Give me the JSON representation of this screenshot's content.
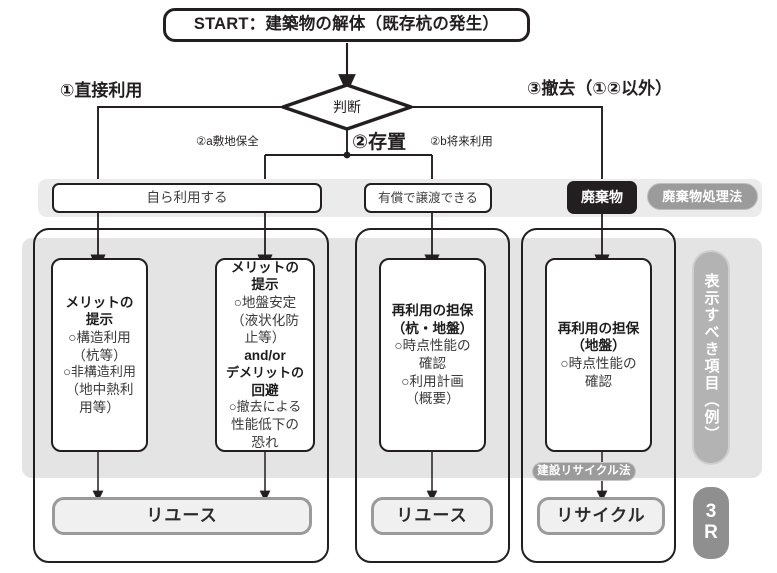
{
  "diagram": {
    "title_box": "START：建築物の解体（既存杭の発生）",
    "decision": "判断",
    "branches": {
      "left": "①直接利用",
      "center": "②存置",
      "right": "③撤去（①②以外）",
      "sub_left": "②a敷地保全",
      "sub_right": "②b将来利用"
    },
    "results": [
      {
        "label": "自ら利用する",
        "style": "outline"
      },
      {
        "label": "有償で譲渡できる",
        "style": "outline"
      },
      {
        "label": "廃棄物",
        "style": "filled"
      }
    ],
    "waste_law_pill": "廃棄物処理法",
    "details": [
      {
        "name": "merit-structural",
        "lines": [
          {
            "t": "メリットの",
            "bold": true
          },
          {
            "t": "提示",
            "bold": true
          },
          {
            "t": "○構造利用",
            "bold": false
          },
          {
            "t": "（杭等）",
            "bold": false
          },
          {
            "t": "○非構造利用",
            "bold": false
          },
          {
            "t": "（地中熱利",
            "bold": false
          },
          {
            "t": "用等）",
            "bold": false
          }
        ]
      },
      {
        "name": "merit-ground",
        "lines": [
          {
            "t": "メリットの",
            "bold": true
          },
          {
            "t": "提示",
            "bold": true
          },
          {
            "t": "○地盤安定",
            "bold": false
          },
          {
            "t": "（液状化防",
            "bold": false
          },
          {
            "t": "止等）",
            "bold": false
          },
          {
            "t": "and/or",
            "bold": true
          },
          {
            "t": "デメリットの",
            "bold": true
          },
          {
            "t": "回避",
            "bold": true
          },
          {
            "t": "○撤去による",
            "bold": false
          },
          {
            "t": "性能低下の",
            "bold": false
          },
          {
            "t": "恐れ",
            "bold": false
          }
        ]
      },
      {
        "name": "reuse-guarantee-pile-ground",
        "lines": [
          {
            "t": "再利用の担保",
            "bold": true
          },
          {
            "t": "（杭・地盤）",
            "bold": true
          },
          {
            "t": "○時点性能の",
            "bold": false
          },
          {
            "t": "確認",
            "bold": false
          },
          {
            "t": "○利用計画",
            "bold": false
          },
          {
            "t": "（概要）",
            "bold": false
          }
        ]
      },
      {
        "name": "reuse-guarantee-ground",
        "lines": [
          {
            "t": "再利用の担保",
            "bold": true
          },
          {
            "t": "（地盤）",
            "bold": true
          },
          {
            "t": "○時点性能の",
            "bold": false
          },
          {
            "t": "確認",
            "bold": false
          }
        ]
      }
    ],
    "outcomes": [
      {
        "name": "reuse-left",
        "label": "リユース"
      },
      {
        "name": "reuse-center",
        "label": "リユース"
      },
      {
        "name": "recycle-right",
        "label": "リサイクル"
      }
    ],
    "construction_recycle_law": "建設リサイクル法",
    "side_label": "表示すべき項目（例）",
    "badge_3r_top": "3",
    "badge_3r_bottom": "R"
  },
  "colors": {
    "ink": "#231f20",
    "panel_gray": "#e4e4e4",
    "band_gray": "#ebebeb",
    "pill_gray": "#9b9b9b",
    "outcome_border": "#9a9a9a",
    "outcome_fill": "#f0f0f0",
    "side_label_fill": "#b3b3b3",
    "badge_fill": "#8f8f8f"
  }
}
